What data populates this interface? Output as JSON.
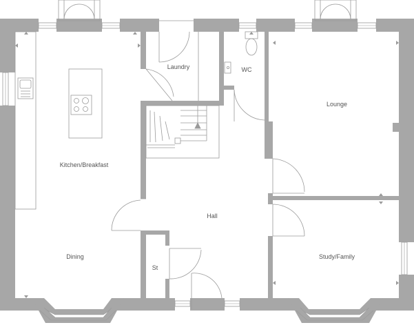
{
  "rooms": {
    "kitchen": "Kitchen/Breakfast",
    "laundry": "Laundry",
    "wc": "WC",
    "lounge": "Lounge",
    "hall": "Hall",
    "dining": "Dining",
    "store": "St",
    "study": "Study/Family"
  },
  "colors": {
    "wall": "#a7a7a7",
    "line": "#9a9a9a",
    "label": "#555555",
    "background": "#ffffff"
  }
}
